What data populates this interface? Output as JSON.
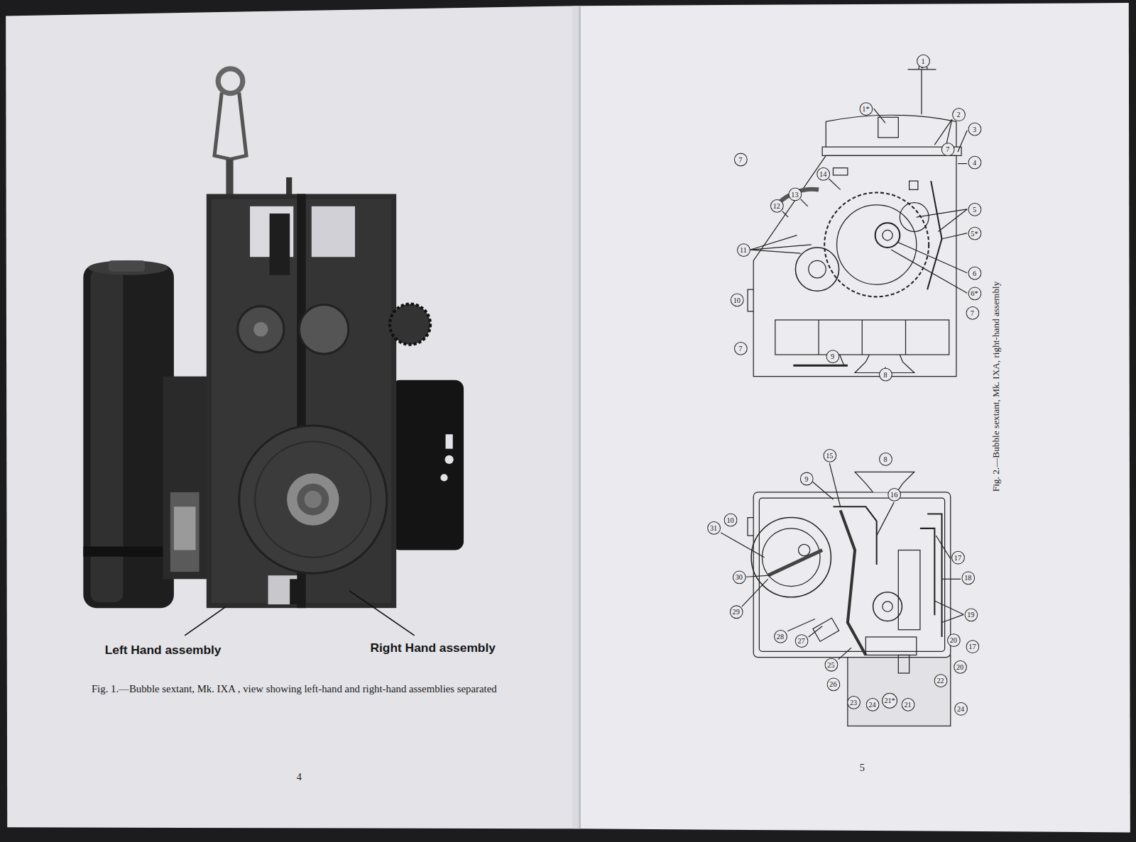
{
  "diagram": {
    "nodes": [
      {
        "text": [
          "1"
        ]
      },
      {
        "text": [
          "1*"
        ]
      },
      {
        "text": [
          "2"
        ]
      },
      {
        "text": [
          "3"
        ]
      },
      {
        "text": [
          "7"
        ]
      },
      {
        "text": [
          "4"
        ]
      },
      {
        "text": [
          "7"
        ]
      },
      {
        "text": [
          "14"
        ]
      },
      {
        "text": [
          "13"
        ]
      },
      {
        "text": [
          "12"
        ]
      },
      {
        "text": [
          "11"
        ]
      },
      {
        "text": [
          "5"
        ]
      },
      {
        "text": [
          "5*"
        ]
      },
      {
        "text": [
          "6"
        ]
      },
      {
        "text": [
          "6*"
        ]
      },
      {
        "text": [
          "7"
        ]
      },
      {
        "text": [
          "10"
        ]
      },
      {
        "text": [
          "7"
        ]
      },
      {
        "text": [
          "9"
        ]
      },
      {
        "text": [
          "8"
        ]
      },
      {
        "text": [
          "8"
        ]
      },
      {
        "text": [
          "15"
        ]
      },
      {
        "text": [
          "9"
        ]
      },
      {
        "text": [
          "16"
        ]
      },
      {
        "text": [
          "10"
        ]
      },
      {
        "text": [
          "31"
        ]
      },
      {
        "text": [
          "17"
        ]
      },
      {
        "text": [
          "18"
        ]
      },
      {
        "text": [
          "30"
        ]
      },
      {
        "text": [
          "29"
        ]
      },
      {
        "text": [
          "19"
        ]
      },
      {
        "text": [
          "20"
        ]
      },
      {
        "text": [
          "17"
        ]
      },
      {
        "text": [
          "28"
        ]
      },
      {
        "text": [
          "27"
        ]
      },
      {
        "text": [
          "25"
        ]
      },
      {
        "text": [
          "20"
        ]
      },
      {
        "text": [
          "22"
        ]
      },
      {
        "text": [
          "26"
        ]
      },
      {
        "text": [
          "23"
        ]
      },
      {
        "text": [
          "24"
        ]
      },
      {
        "text": [
          "21*"
        ]
      },
      {
        "text": [
          "21"
        ]
      },
      {
        "text": [
          "24"
        ]
      }
    ],
    "labels": [
      "Left Hand assembly",
      "Right Hand assembly",
      "Fig. 1.—Bubble sextant, Mk. IXA , view showing left-hand and right-hand assemblies separated",
      "4",
      "Fig. 2.—Bubble sextant, Mk. IXA, right-hand assembly",
      "5"
    ]
  }
}
